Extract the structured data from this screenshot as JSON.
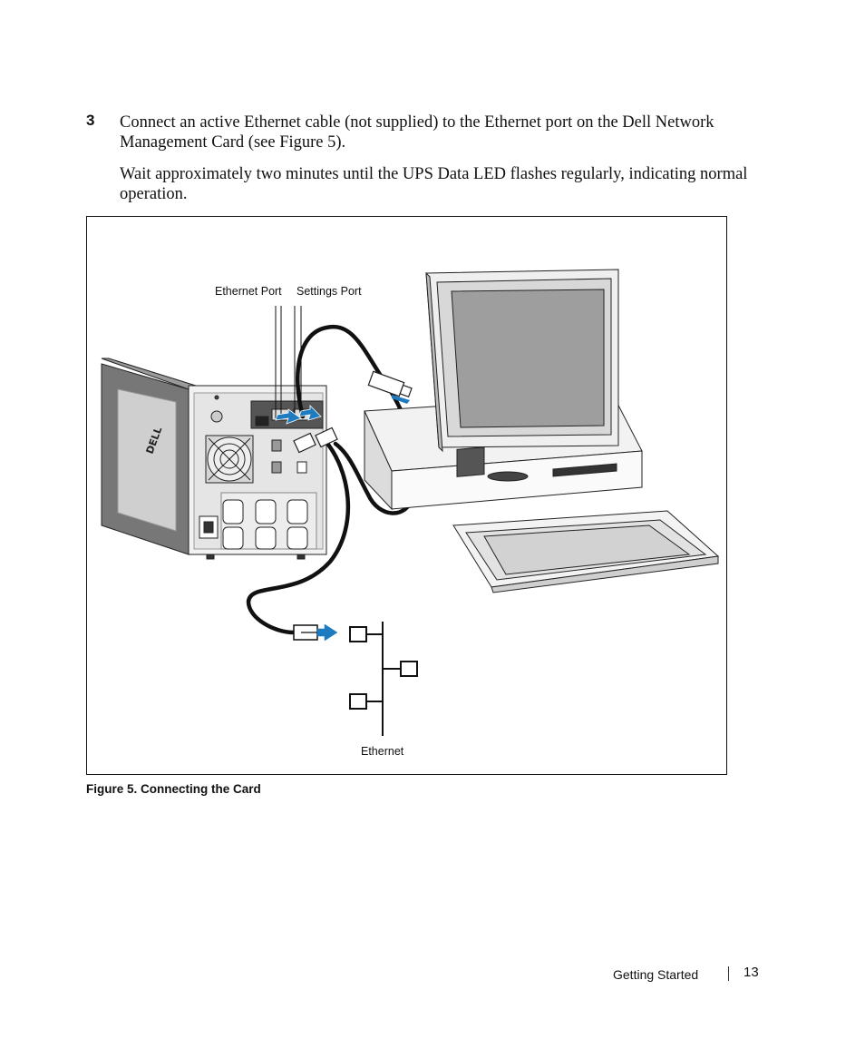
{
  "step": {
    "number": "3",
    "instruction": "Connect an active Ethernet cable (not supplied) to the Ethernet port on the Dell Network Management Card (see Figure 5).",
    "note": "Wait approximately two minutes until the UPS Data LED flashes regularly, indicating normal operation."
  },
  "figure": {
    "labels": {
      "ethernet_port": "Ethernet Port",
      "settings_port": "Settings Port",
      "ethernet": "Ethernet"
    },
    "caption": "Figure 5. Connecting the Card",
    "colors": {
      "arrow_blue": "#1f7bc0",
      "line": "#111111"
    }
  },
  "footer": {
    "section": "Getting Started",
    "page_number": "13"
  }
}
